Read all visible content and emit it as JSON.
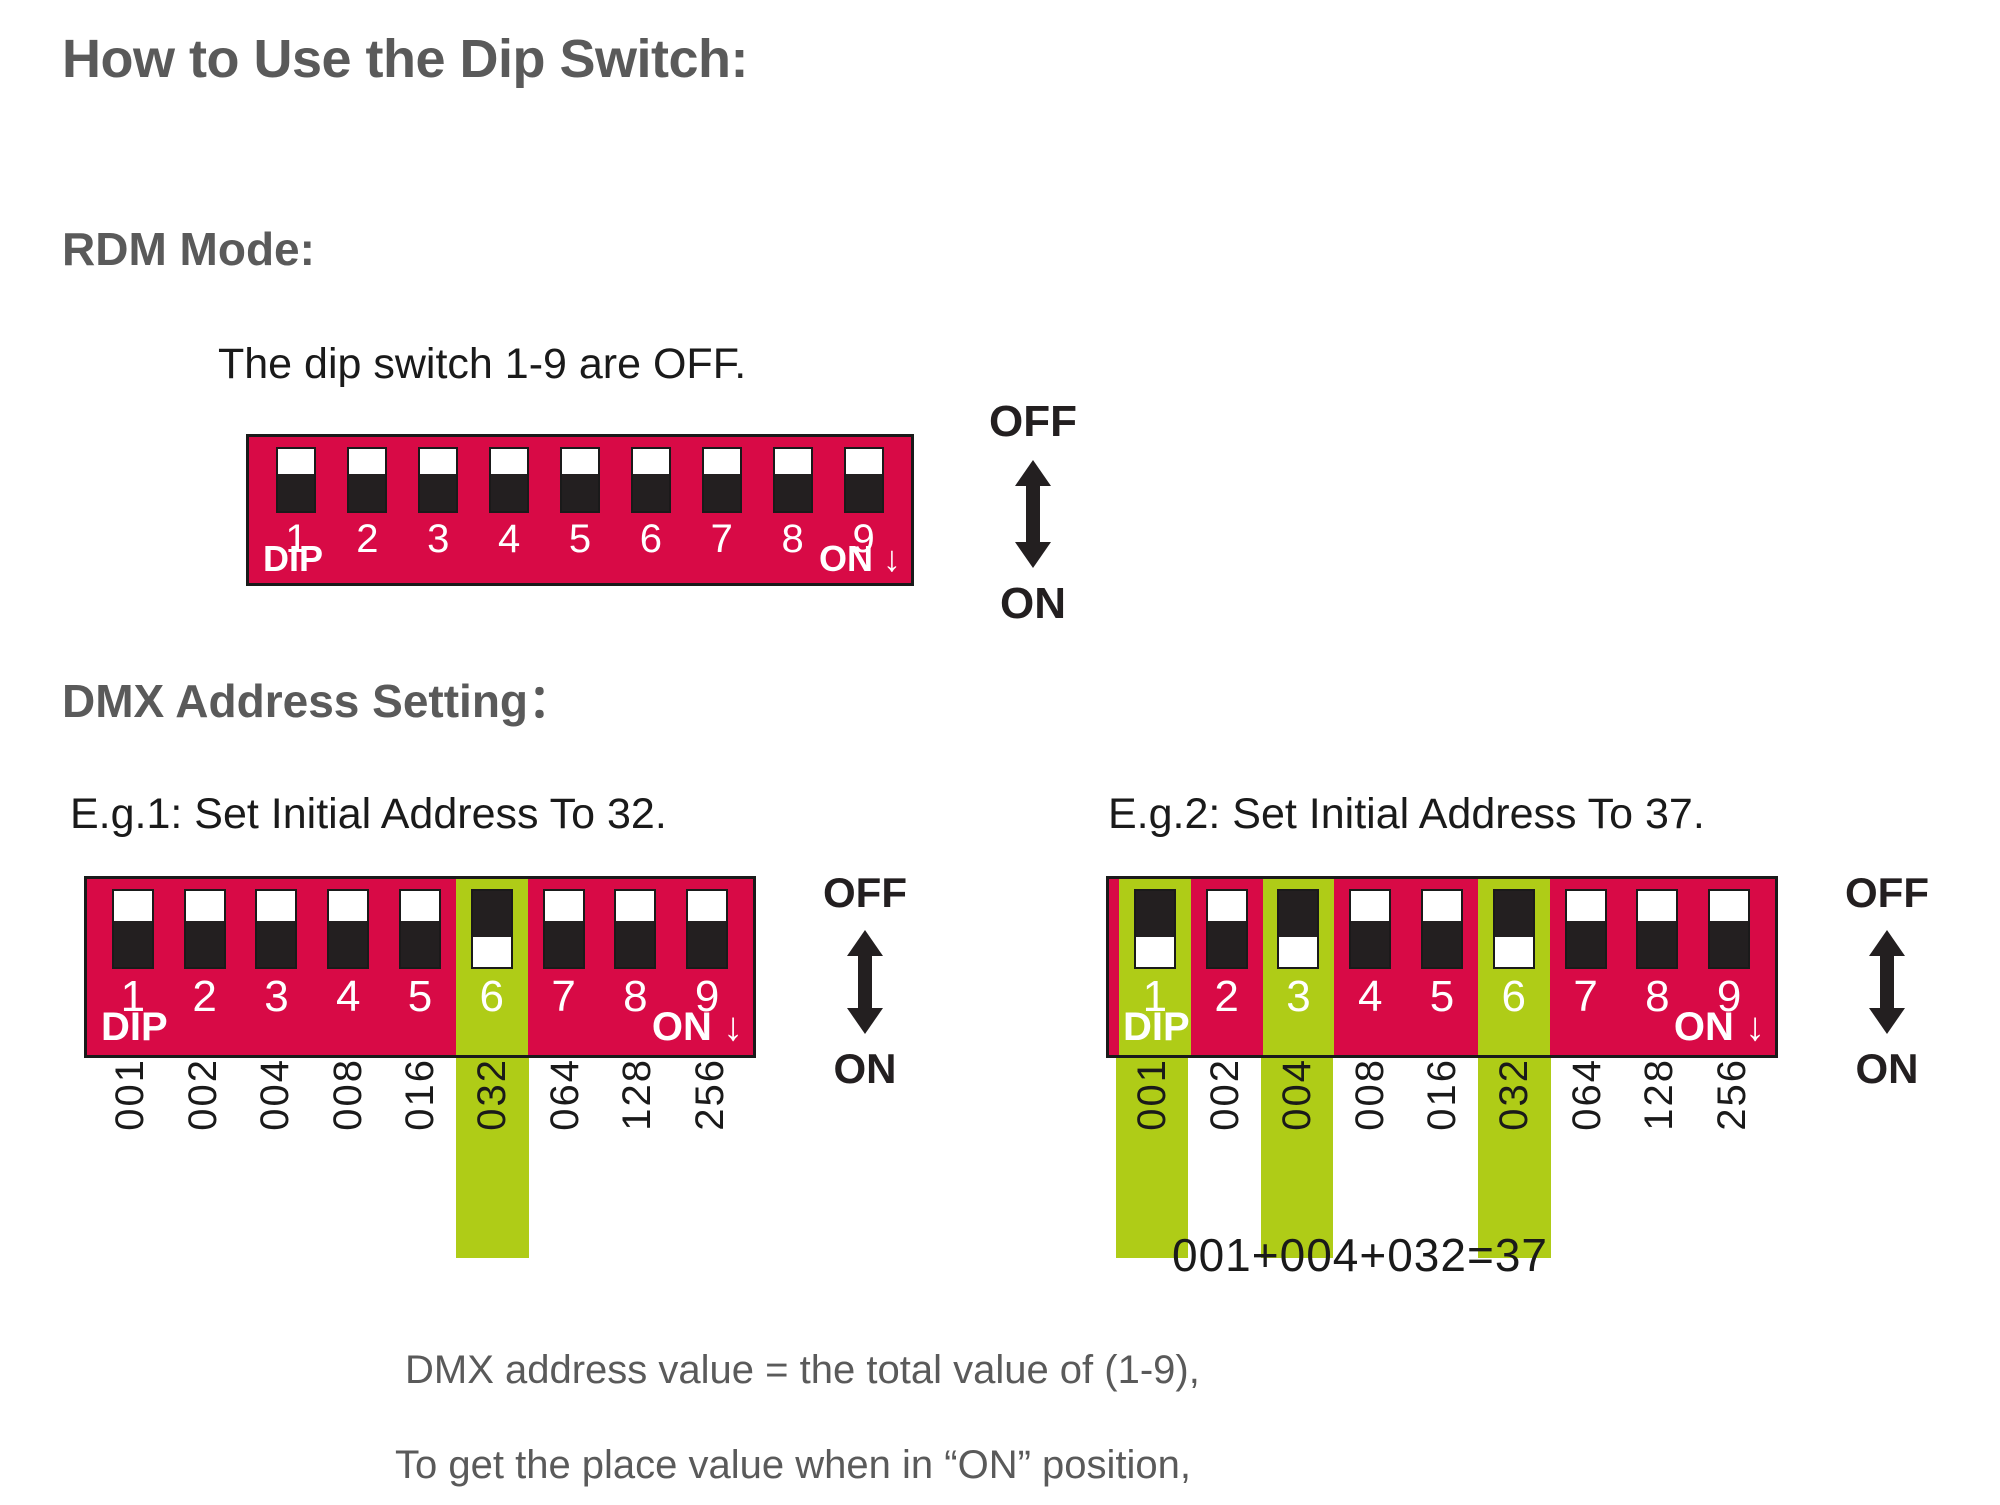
{
  "headings": {
    "main": "How to Use the Dip Switch:",
    "rdm_mode": "RDM Mode:",
    "dmx_address_setting": "DMX Address Setting："
  },
  "rdm": {
    "note": "The dip switch 1-9 are OFF.",
    "switch": {
      "numbers": [
        "1",
        "2",
        "3",
        "4",
        "5",
        "6",
        "7",
        "8",
        "9"
      ],
      "states": [
        "off",
        "off",
        "off",
        "off",
        "off",
        "off",
        "off",
        "off",
        "off"
      ],
      "highlight": [
        false,
        false,
        false,
        false,
        false,
        false,
        false,
        false,
        false
      ],
      "left_label": "DIP",
      "right_label": "ON ↓"
    },
    "indicator": {
      "top": "OFF",
      "bottom": "ON"
    }
  },
  "examples": [
    {
      "title": "E.g.1: Set Initial Address To 32.",
      "switch": {
        "numbers": [
          "1",
          "2",
          "3",
          "4",
          "5",
          "6",
          "7",
          "8",
          "9"
        ],
        "states": [
          "off",
          "off",
          "off",
          "off",
          "off",
          "on",
          "off",
          "off",
          "off"
        ],
        "highlight": [
          false,
          false,
          false,
          false,
          false,
          true,
          false,
          false,
          false
        ],
        "left_label": "DIP",
        "right_label": "ON ↓"
      },
      "values": [
        "001",
        "002",
        "004",
        "008",
        "016",
        "032",
        "064",
        "128",
        "256"
      ],
      "indicator": {
        "top": "OFF",
        "bottom": "ON"
      },
      "sum": ""
    },
    {
      "title": "E.g.2: Set Initial Address To 37.",
      "switch": {
        "numbers": [
          "1",
          "2",
          "3",
          "4",
          "5",
          "6",
          "7",
          "8",
          "9"
        ],
        "states": [
          "on",
          "off",
          "on",
          "off",
          "off",
          "on",
          "off",
          "off",
          "off"
        ],
        "highlight": [
          true,
          false,
          true,
          false,
          false,
          true,
          false,
          false,
          false
        ],
        "left_label": "DIP",
        "right_label": "ON ↓"
      },
      "values": [
        "001",
        "002",
        "004",
        "008",
        "016",
        "032",
        "064",
        "128",
        "256"
      ],
      "indicator": {
        "top": "OFF",
        "bottom": "ON"
      },
      "sum": "001+004+032=37"
    }
  ],
  "footer": {
    "line1": "DMX address value = the total value of (1-9),",
    "line2": "To get the place value when in “ON” position,"
  },
  "colors": {
    "switch_red": "#D80A46",
    "highlight_green": "#AFCC17",
    "ink": "#231f20",
    "heading_gray": "#5a5a5a"
  }
}
